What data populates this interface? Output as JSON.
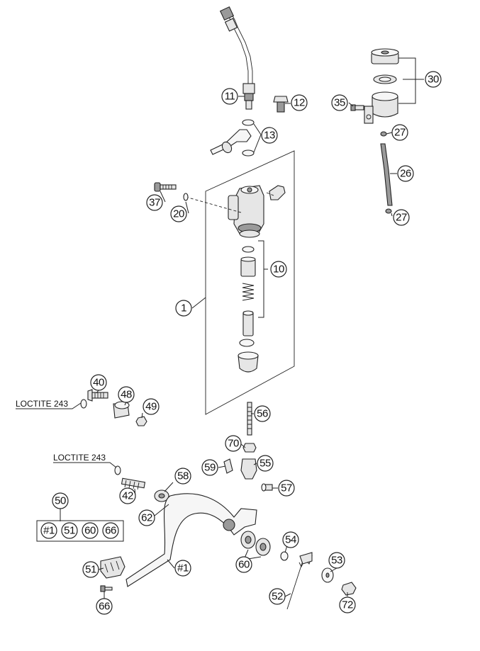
{
  "callouts": {
    "c1": "1",
    "c10": "10",
    "c11": "11",
    "c12": "12",
    "c13": "13",
    "c20": "20",
    "c26": "26",
    "c27a": "27",
    "c27b": "27",
    "c30": "30",
    "c35": "35",
    "c37": "37",
    "c40": "40",
    "c42": "42",
    "c48": "48",
    "c49": "49",
    "c50": "50",
    "c51a": "#1",
    "c51b": "51",
    "c60a": "60",
    "c66a": "66",
    "c51": "51",
    "c52": "52",
    "c53": "53",
    "c54": "54",
    "c55": "55",
    "c56": "56",
    "c57": "57",
    "c58": "58",
    "c59": "59",
    "c60": "60",
    "c62": "62",
    "c66": "66",
    "c70": "70",
    "c72": "72",
    "chash1": "#1"
  },
  "notes": {
    "loctite_top": "LOCTITE 243",
    "loctite_bottom": "LOCTITE 243"
  }
}
